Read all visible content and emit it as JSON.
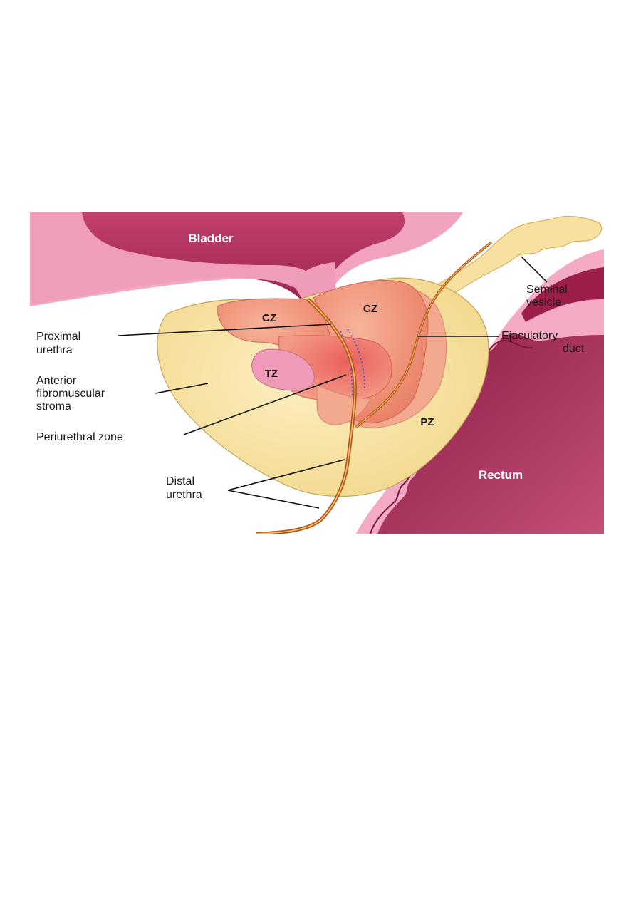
{
  "diagram": {
    "organs": {
      "bladder": "Bladder",
      "rectum": "Rectum"
    },
    "zones": {
      "cz_left": "CZ",
      "cz_right": "CZ",
      "tz": "TZ",
      "pz": "PZ"
    },
    "callouts": {
      "proximal_urethra": [
        "Proximal",
        "urethra"
      ],
      "anterior_stroma": [
        "Anterior",
        "fibromuscular",
        "stroma"
      ],
      "periurethral_zone": "Periurethral zone",
      "distal_urethra": [
        "Distal",
        "urethra"
      ],
      "seminal_vesicle": [
        "Seminal",
        "vesicle"
      ],
      "ejaculatory_duct": [
        "Ejaculatory",
        "duct"
      ]
    },
    "colors": {
      "bladder_wall": "#b0305c",
      "bladder_lining": "#f2a3c0",
      "stroma": "#f8e3a4",
      "central_zone": "#f3987e",
      "peripheral_zone": "#f2a98e",
      "transition_zone": "#ee9ab8",
      "urethra": "#b8551d",
      "rectum_wall": "#9c1f4b",
      "rectum_mucosa": "#f4a9c4"
    }
  }
}
